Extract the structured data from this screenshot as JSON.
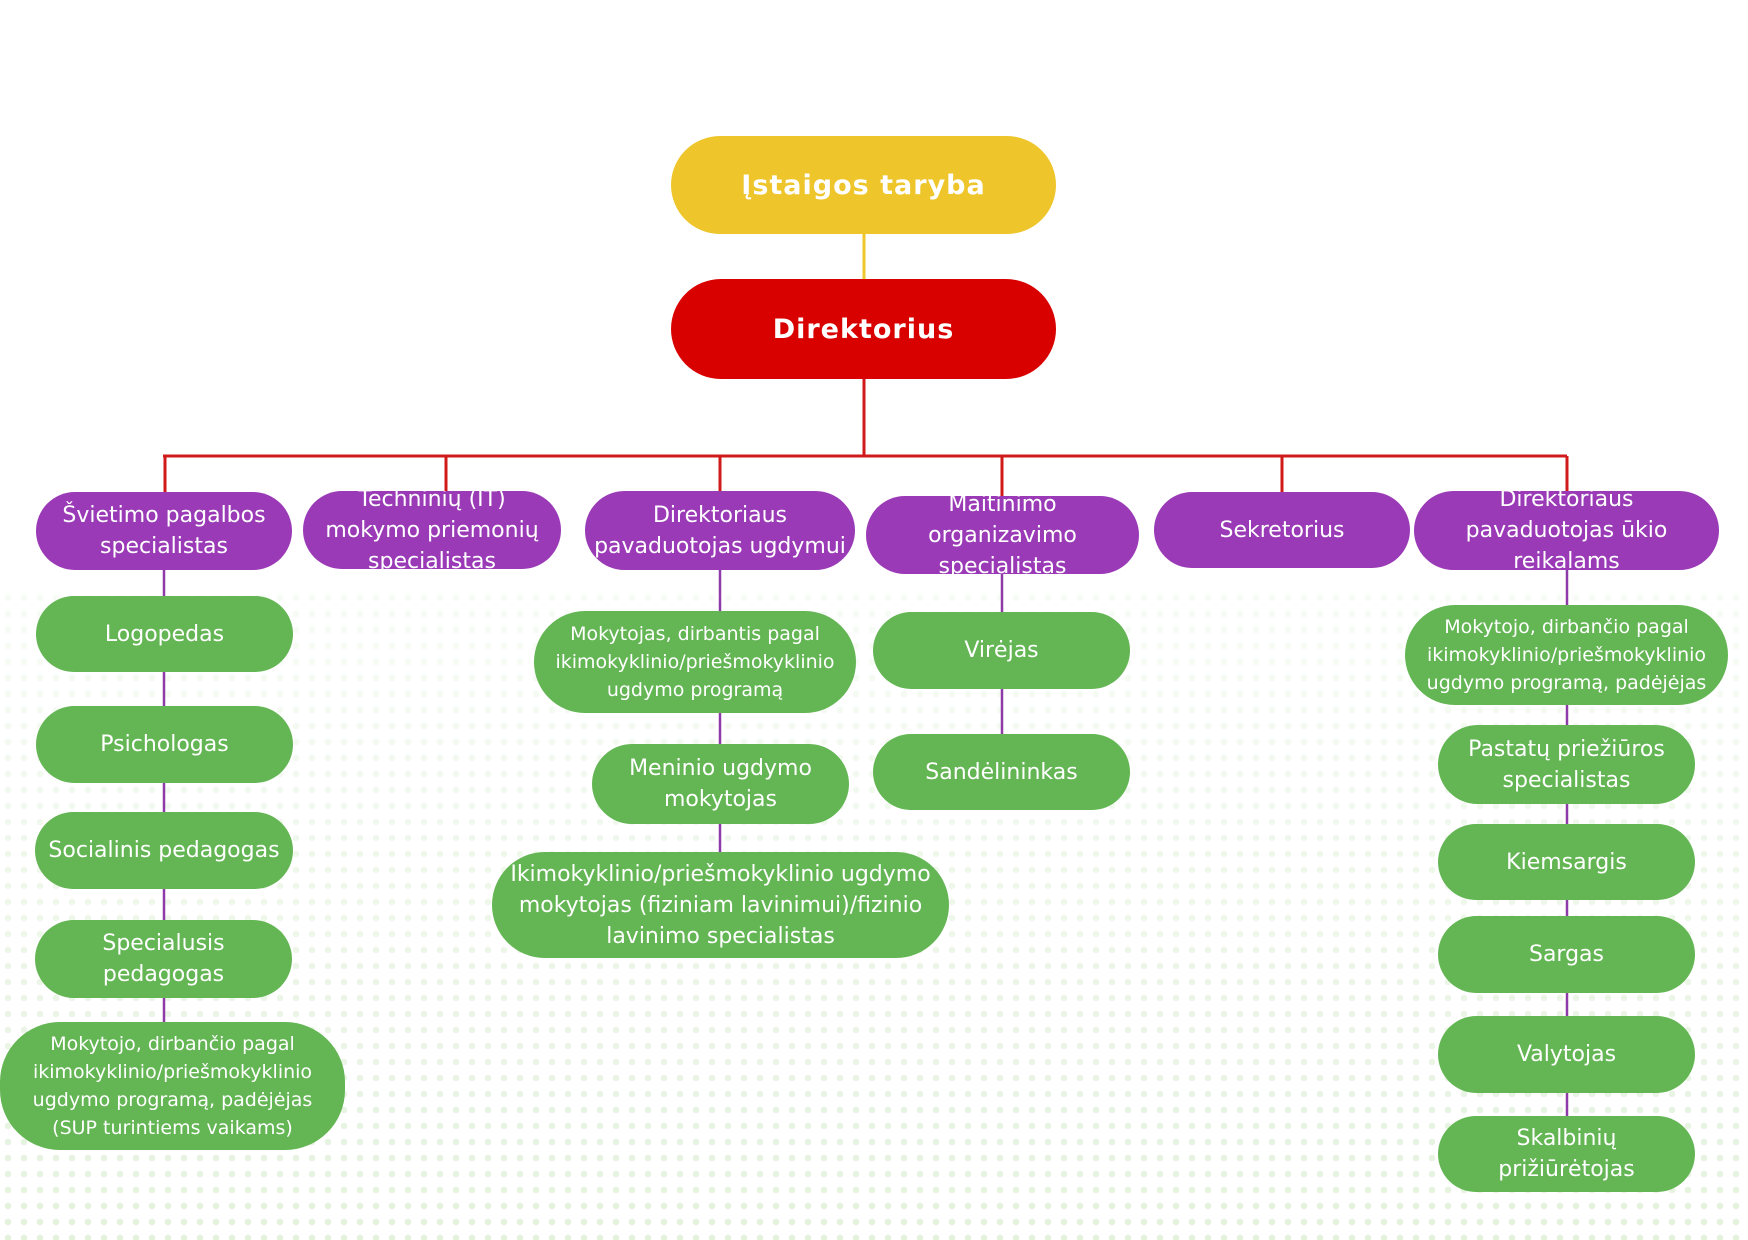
{
  "council": "Įstaigos taryba",
  "director": "Direktorius",
  "departments": [
    {
      "title": "Švietimo pagalbos specialistas",
      "staff": [
        "Logopedas",
        "Psichologas",
        "Socialinis pedagogas",
        "Specialusis pedagogas",
        "Mokytojo, dirbančio pagal ikimokyklinio/priešmokyklinio ugdymo programą, padėjėjas (SUP turintiems vaikams)"
      ]
    },
    {
      "title": "Techninių (IT) mokymo priemonių specialistas",
      "staff": []
    },
    {
      "title": "Direktoriaus pavaduotojas ugdymui",
      "staff": [
        "Mokytojas, dirbantis pagal ikimokyklinio/priešmokyklinio ugdymo programą",
        "Meninio ugdymo mokytojas",
        "Ikimokyklinio/priešmokyklinio ugdymo mokytojas (fiziniam lavinimui)/fizinio lavinimo specialistas"
      ]
    },
    {
      "title": "Maitinimo organizavimo specialistas",
      "staff": [
        "Virėjas",
        "Sandėlininkas"
      ]
    },
    {
      "title": "Sekretorius",
      "staff": []
    },
    {
      "title": "Direktoriaus pavaduotojas ūkio reikalams",
      "staff": [
        "Mokytojo, dirbančio pagal ikimokyklinio/priešmokyklinio ugdymo programą, padėjėjas",
        "Pastatų priežiūros specialistas",
        "Kiemsargis",
        "Sargas",
        "Valytojas",
        "Skalbinių prižiūrėtojas"
      ]
    }
  ],
  "colors": {
    "council": "#eec52b",
    "director": "#d90000",
    "department": "#9a3ab6",
    "staff": "#63b653",
    "line_red": "#d01a1a",
    "line_purple": "#8e3aa8",
    "line_yellow": "#eec52b"
  }
}
